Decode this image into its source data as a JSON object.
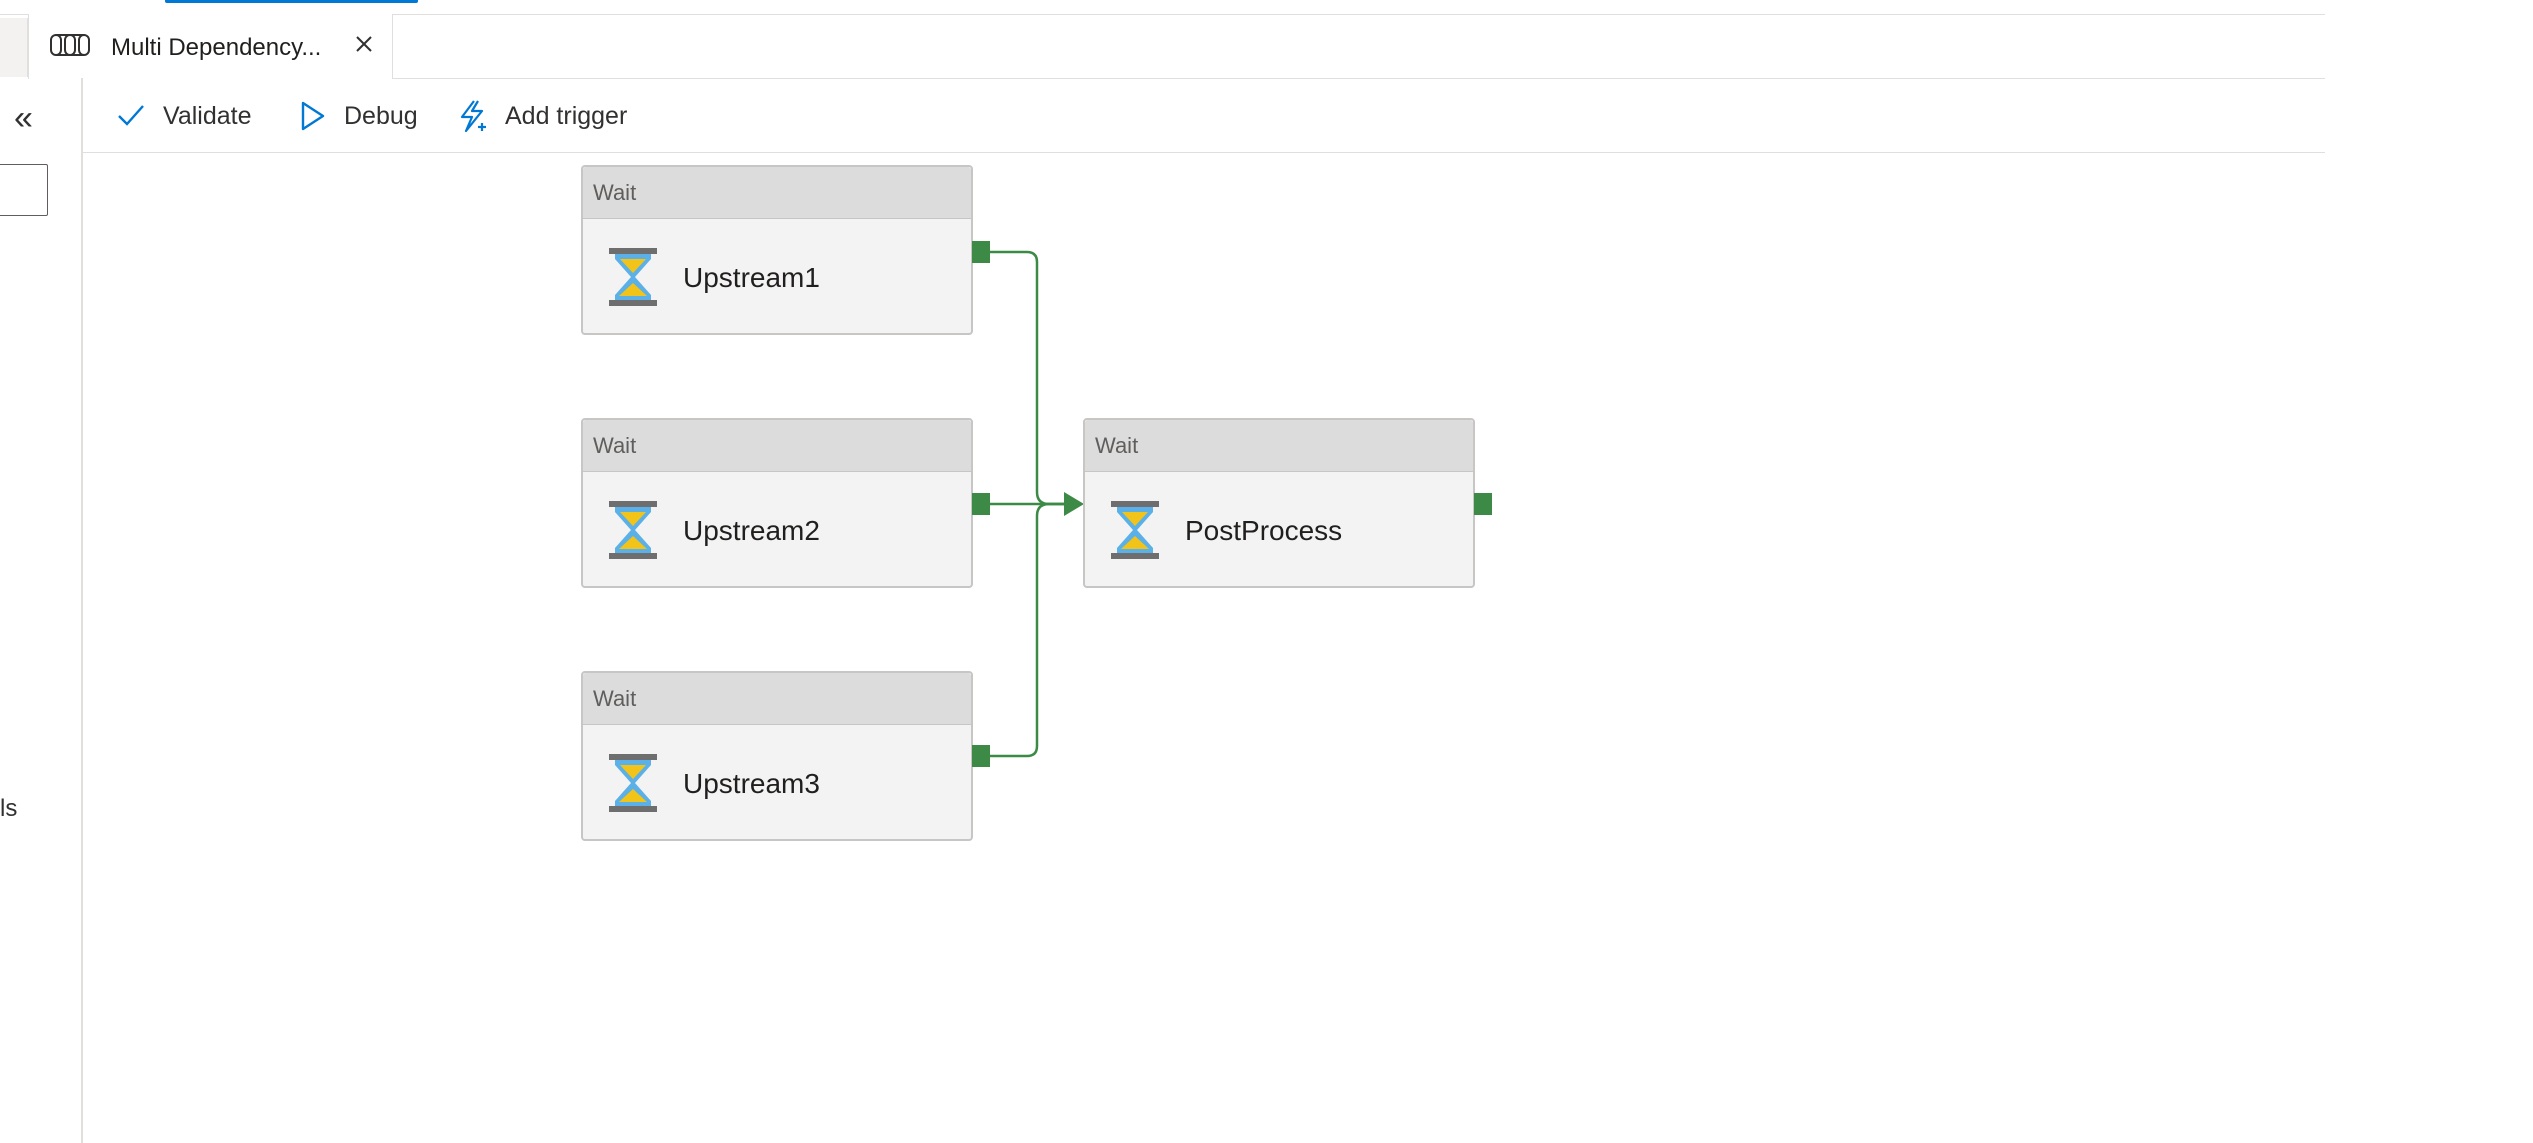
{
  "tab": {
    "title": "Multi Dependency...",
    "icon": "pipeline-icon",
    "close_icon": "close-icon"
  },
  "left_pane": {
    "collapse_label": "«",
    "cut_text": "ls"
  },
  "toolbar": {
    "validate_label": "Validate",
    "debug_label": "Debug",
    "add_trigger_label": "Add trigger"
  },
  "activities": [
    {
      "type": "Wait",
      "name": "Upstream1",
      "icon": "hourglass-icon"
    },
    {
      "type": "Wait",
      "name": "Upstream2",
      "icon": "hourglass-icon"
    },
    {
      "type": "Wait",
      "name": "Upstream3",
      "icon": "hourglass-icon"
    },
    {
      "type": "Wait",
      "name": "PostProcess",
      "icon": "hourglass-icon"
    }
  ],
  "colors": {
    "accent": "#0078d4",
    "success_port": "#3c8a45",
    "card_bg": "#f3f3f3",
    "card_header": "#dcdcdc"
  }
}
